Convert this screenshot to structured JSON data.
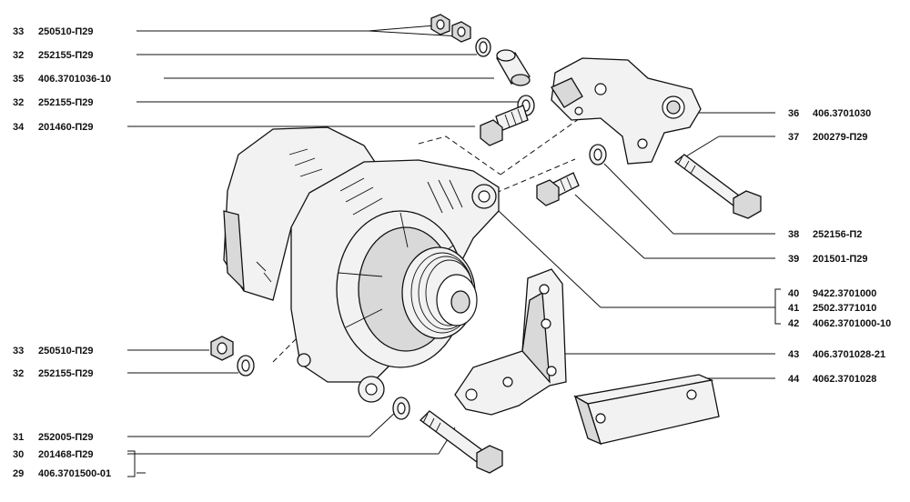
{
  "callouts_left": [
    {
      "num": "33",
      "code": "250510-П29"
    },
    {
      "num": "32",
      "code": "252155-П29"
    },
    {
      "num": "35",
      "code": "406.3701036-10"
    },
    {
      "num": "32",
      "code": "252155-П29"
    },
    {
      "num": "34",
      "code": "201460-П29"
    },
    {
      "num": "33",
      "code": "250510-П29"
    },
    {
      "num": "32",
      "code": "252155-П29"
    },
    {
      "num": "31",
      "code": "252005-П29"
    },
    {
      "num": "30",
      "code": "201468-П29"
    },
    {
      "num": "29",
      "code": "406.3701500-01"
    }
  ],
  "callouts_right": [
    {
      "num": "36",
      "code": "406.3701030"
    },
    {
      "num": "37",
      "code": "200279-П29"
    },
    {
      "num": "38",
      "code": "252156-П2"
    },
    {
      "num": "39",
      "code": "201501-П29"
    },
    {
      "num": "40",
      "code": "9422.3701000"
    },
    {
      "num": "41",
      "code": "2502.3771010"
    },
    {
      "num": "42",
      "code": "4062.3701000-10"
    },
    {
      "num": "43",
      "code": "406.3701028-21"
    },
    {
      "num": "44",
      "code": "4062.3701028"
    }
  ]
}
